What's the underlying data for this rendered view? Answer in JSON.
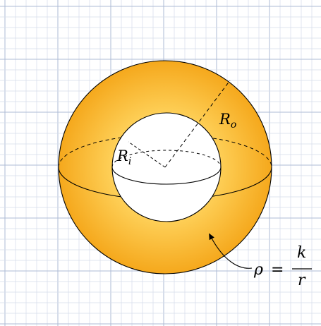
{
  "labels": {
    "inner_radius": {
      "symbol": "R",
      "subscript": "i"
    },
    "outer_radius": {
      "symbol": "R",
      "subscript": "o"
    },
    "density": {
      "lhs": "ρ",
      "equals": "=",
      "numerator": "k",
      "denominator": "r"
    }
  },
  "colors": {
    "grid_minor": "#d4dcea",
    "grid_major": "#aebbd4",
    "shell_center": "#ffe9a6",
    "shell_edge": "#f5a81c",
    "stroke": "#000000",
    "inner_fill": "#ffffff"
  }
}
